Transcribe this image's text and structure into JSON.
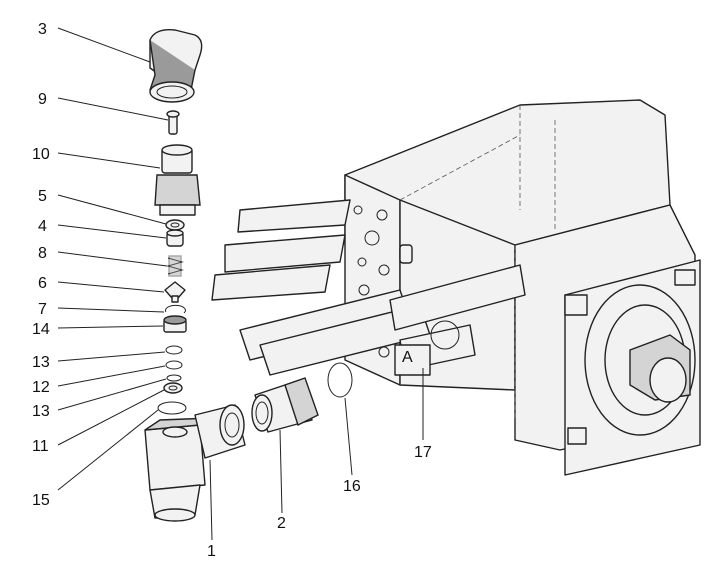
{
  "diagram": {
    "callouts": [
      {
        "id": "c3",
        "text": "3"
      },
      {
        "id": "c9",
        "text": "9"
      },
      {
        "id": "c10",
        "text": "10"
      },
      {
        "id": "c5",
        "text": "5"
      },
      {
        "id": "c4",
        "text": "4"
      },
      {
        "id": "c8",
        "text": "8"
      },
      {
        "id": "c6",
        "text": "6"
      },
      {
        "id": "c7",
        "text": "7"
      },
      {
        "id": "c14",
        "text": "14"
      },
      {
        "id": "c13a",
        "text": "13"
      },
      {
        "id": "c12",
        "text": "12"
      },
      {
        "id": "c13b",
        "text": "13"
      },
      {
        "id": "c11",
        "text": "11"
      },
      {
        "id": "c15",
        "text": "15"
      },
      {
        "id": "c1",
        "text": "1"
      },
      {
        "id": "c2",
        "text": "2"
      },
      {
        "id": "c16",
        "text": "16"
      },
      {
        "id": "c17",
        "text": "17"
      }
    ],
    "housing_mark": "A"
  }
}
